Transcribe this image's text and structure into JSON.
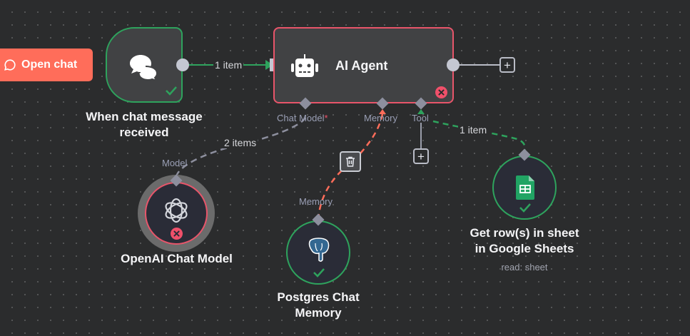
{
  "open_chat": {
    "label": "Open chat",
    "icon": "chat-bubble-icon"
  },
  "nodes": {
    "trigger": {
      "label_line1": "When chat message",
      "label_line2": "received",
      "status": "success",
      "icon": "chat-bubbles-icon"
    },
    "agent": {
      "title": "AI Agent",
      "status": "error",
      "icon": "robot-icon",
      "ports": {
        "chat_model": "Chat Model",
        "chat_model_required": "*",
        "memory": "Memory",
        "tool": "Tool"
      }
    },
    "openai": {
      "label": "OpenAI Chat Model",
      "port_label": "Model",
      "status": "error",
      "icon": "openai-icon"
    },
    "postgres": {
      "label_line1": "Postgres Chat",
      "label_line2": "Memory",
      "port_label": "Memory",
      "status": "success",
      "icon": "postgres-elephant-icon"
    },
    "sheets": {
      "label_line1": "Get row(s) in sheet",
      "label_line2": "in Google Sheets",
      "subtitle": "read: sheet",
      "status": "success",
      "icon": "google-sheets-icon"
    }
  },
  "edges": {
    "trigger_to_agent": "1 item",
    "model_to_agent": "2 items",
    "sheets_to_agent": "1 item"
  },
  "colors": {
    "success": "#2ea35d",
    "error": "#e8556a",
    "accent": "#ff6d5a",
    "background": "#2b2c2d"
  }
}
